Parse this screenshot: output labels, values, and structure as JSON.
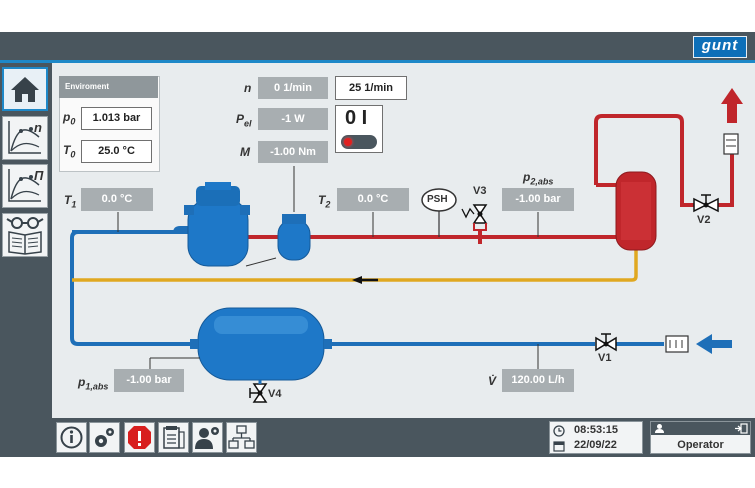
{
  "header": {
    "logo_text": "gunt"
  },
  "sidebar": {
    "items": [
      {
        "name": "home",
        "label": ""
      },
      {
        "name": "speed-chart",
        "label": "n"
      },
      {
        "name": "power-chart",
        "label": "Π"
      },
      {
        "name": "documentation",
        "label": ""
      }
    ]
  },
  "environment": {
    "title": "Enviroment",
    "p0_label": "p",
    "p0_sub": "0",
    "p0_value": "1.013 bar",
    "t0_label": "T",
    "t0_sub": "0",
    "t0_value": "25.0 °C"
  },
  "drive": {
    "n_label": "n",
    "n_actual": "0 1/min",
    "n_setpoint": "25 1/min",
    "pel_label": "P",
    "pel_sub": "el",
    "pel_value": "-1 W",
    "m_label": "M",
    "m_value": "-1.00 Nm",
    "switch_label": "0 I"
  },
  "sensors": {
    "t1_label": "T",
    "t1_sub": "1",
    "t1_value": "0.0 °C",
    "t2_label": "T",
    "t2_sub": "2",
    "t2_value": "0.0 °C",
    "p2_label": "p",
    "p2_sub": "2,abs",
    "p2_value": "-1.00 bar",
    "p1_label": "p",
    "p1_sub": "1,abs",
    "p1_value": "-1.00 bar",
    "vdot_label": "V̇",
    "vdot_value": "120.00 L/h",
    "psh_label": "PSH"
  },
  "valves": {
    "v1": "V1",
    "v2": "V2",
    "v3": "V3",
    "v4": "V4"
  },
  "colors": {
    "pipe_blue": "#1e6fb8",
    "pipe_red": "#c0262b",
    "pipe_yellow": "#e0a820",
    "accent": "#1e88c8",
    "bar": "#4a565e"
  },
  "footer": {
    "time": "08:53:15",
    "date": "22/09/22",
    "user": "Operator"
  }
}
